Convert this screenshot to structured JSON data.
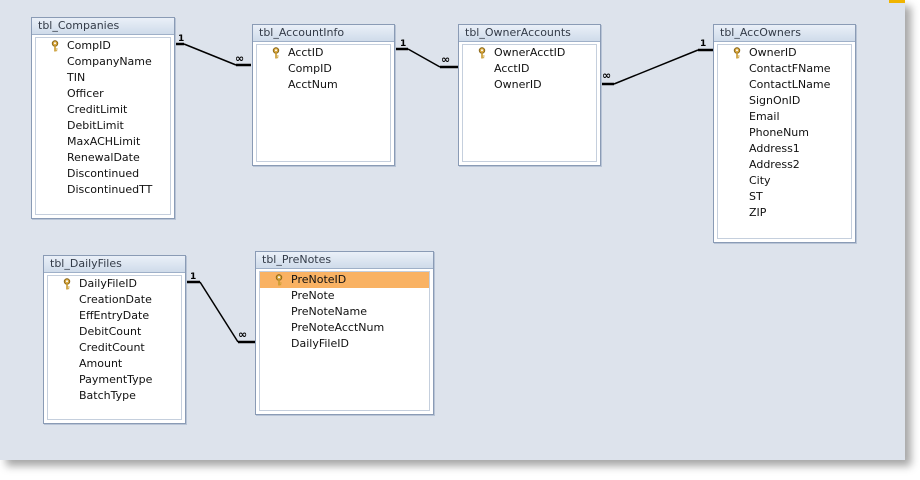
{
  "tables": {
    "companies": {
      "title": "tbl_Companies",
      "fields": [
        "CompID",
        "CompanyName",
        "TIN",
        "Officer",
        "CreditLimit",
        "DebitLimit",
        "MaxACHLimit",
        "RenewalDate",
        "Discontinued",
        "DiscontinuedTT"
      ]
    },
    "accountinfo": {
      "title": "tbl_AccountInfo",
      "fields": [
        "AcctID",
        "CompID",
        "AcctNum"
      ]
    },
    "owneraccounts": {
      "title": "tbl_OwnerAccounts",
      "fields": [
        "OwnerAcctID",
        "AcctID",
        "OwnerID"
      ]
    },
    "accowners": {
      "title": "tbl_AccOwners",
      "fields": [
        "OwnerID",
        "ContactFName",
        "ContactLName",
        "SignOnID",
        "Email",
        "PhoneNum",
        "Address1",
        "Address2",
        "City",
        "ST",
        "ZIP"
      ]
    },
    "dailyfiles": {
      "title": "tbl_DailyFiles",
      "fields": [
        "DailyFileID",
        "CreationDate",
        "EffEntryDate",
        "DebitCount",
        "CreditCount",
        "Amount",
        "PaymentType",
        "BatchType"
      ]
    },
    "prenotes": {
      "title": "tbl_PreNotes",
      "fields": [
        "PreNoteID",
        "PreNote",
        "PreNoteName",
        "PreNoteAcctNum",
        "DailyFileID"
      ]
    }
  },
  "relationships": {
    "one_label": "1",
    "many_label": "∞"
  },
  "icons": {
    "primary_key": "key-icon"
  },
  "colors": {
    "selected_field": "#f9b263",
    "canvas": "#dde3ec",
    "accent": "#f0b400"
  }
}
